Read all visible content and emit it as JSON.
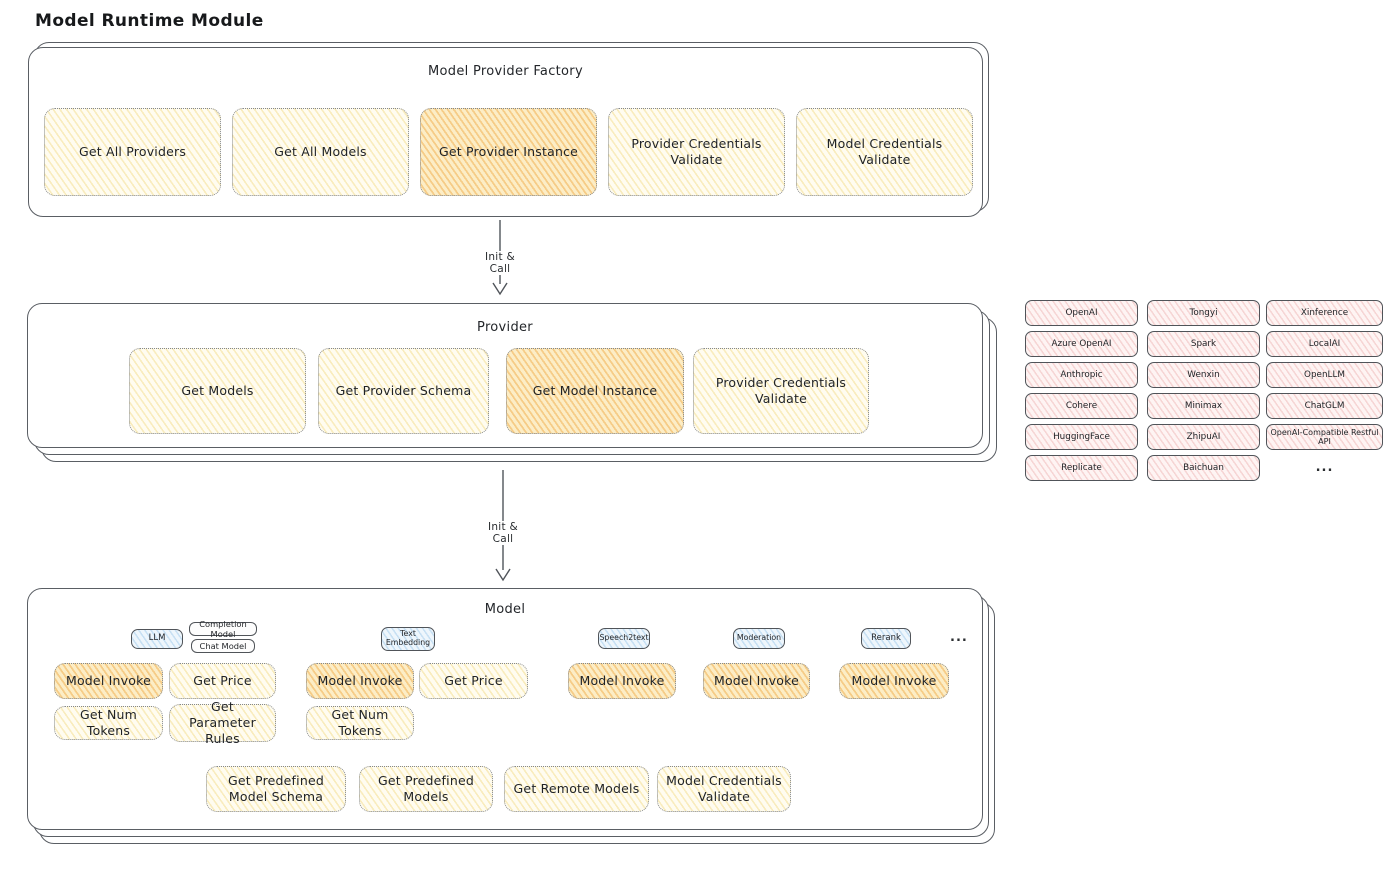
{
  "diagram_title": "Model Runtime Module",
  "colors": {
    "yellow_fill": "#FFF9E3",
    "orange_highlight": "#F0C177",
    "pink_fill": "#F9DCDC",
    "blue_fill": "#D8EAF8",
    "stroke": "#50545A"
  },
  "factory": {
    "title": "Model Provider Factory",
    "buttons": [
      {
        "label": "Get All Providers"
      },
      {
        "label": "Get All Models"
      },
      {
        "label": "Get Provider Instance"
      },
      {
        "label": "Provider Credentials Validate"
      },
      {
        "label": "Model Credentials Validate"
      }
    ]
  },
  "arrow_factory_provider": {
    "label": "Init & Call"
  },
  "provider": {
    "title": "Provider",
    "buttons": [
      {
        "label": "Get Models"
      },
      {
        "label": "Get Provider Schema"
      },
      {
        "label": "Get Model Instance"
      },
      {
        "label": "Provider Credentials Validate"
      }
    ]
  },
  "provider_grid": {
    "columns": [
      {
        "items": [
          "OpenAI",
          "Azure OpenAI",
          "Anthropic",
          "Cohere",
          "HuggingFace",
          "Replicate"
        ]
      },
      {
        "items": [
          "Tongyi",
          "Spark",
          "Wenxin",
          "Minimax",
          "ZhipuAI",
          "Baichuan"
        ]
      },
      {
        "items": [
          "Xinference",
          "LocalAI",
          "OpenLLM",
          "ChatGLM",
          "OpenAI-Compatible Restful API"
        ]
      }
    ],
    "ellipsis": "..."
  },
  "arrow_provider_model": {
    "label": "Init & Call"
  },
  "model": {
    "title": "Model",
    "tags": {
      "llm": "LLM",
      "completion_model": "Completion Model",
      "chat_model": "Chat Model",
      "text_embedding": "Text Embedding",
      "speech2text": "Speech2text",
      "moderation": "Moderation",
      "rerank": "Rerank",
      "ellipsis": "..."
    },
    "llm_ops": [
      "Model Invoke",
      "Get Price",
      "Get Num Tokens",
      "Get Parameter Rules"
    ],
    "text_embedding_ops": [
      "Model Invoke",
      "Get Price",
      "Get Num Tokens"
    ],
    "speech2text_ops": [
      "Model Invoke"
    ],
    "moderation_ops": [
      "Model Invoke"
    ],
    "rerank_ops": [
      "Model Invoke"
    ],
    "common_ops": [
      "Get Predefined Model Schema",
      "Get Predefined Models",
      "Get Remote Models",
      "Model Credentials Validate"
    ]
  }
}
